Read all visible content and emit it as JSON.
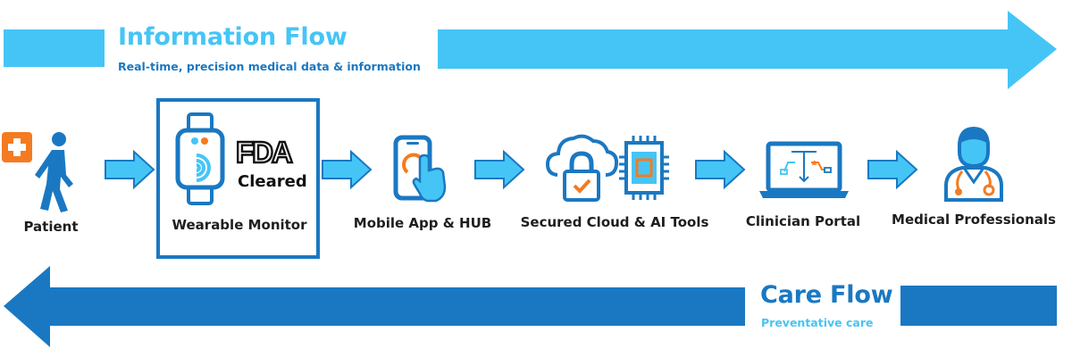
{
  "information_flow": {
    "title": "Information Flow",
    "subtitle": "Real-time, precision medical data & information"
  },
  "care_flow": {
    "title": "Care Flow",
    "subtitle": "Preventative care"
  },
  "nodes": [
    {
      "label": "Patient",
      "icon": "walking-person-icon"
    },
    {
      "label": "Wearable Monitor",
      "icon": "smartwatch-icon"
    },
    {
      "label": "Mobile App & HUB",
      "icon": "smartphone-tap-icon"
    },
    {
      "label": "Secured Cloud & AI Tools",
      "icon": "cloud-lock-chip-icon"
    },
    {
      "label": "Clinician Portal",
      "icon": "laptop-flowchart-icon"
    },
    {
      "label": "Medical Professionals",
      "icon": "doctor-icon"
    }
  ],
  "fda_badge": {
    "logo": "FDA",
    "text": "Cleared"
  },
  "colors": {
    "light_blue": "#45c5f6",
    "dark_blue": "#1a78c2",
    "icon_blue": "#1a78c2",
    "accent_orange": "#f47b20",
    "medical_cross_orange": "#f47b20"
  }
}
